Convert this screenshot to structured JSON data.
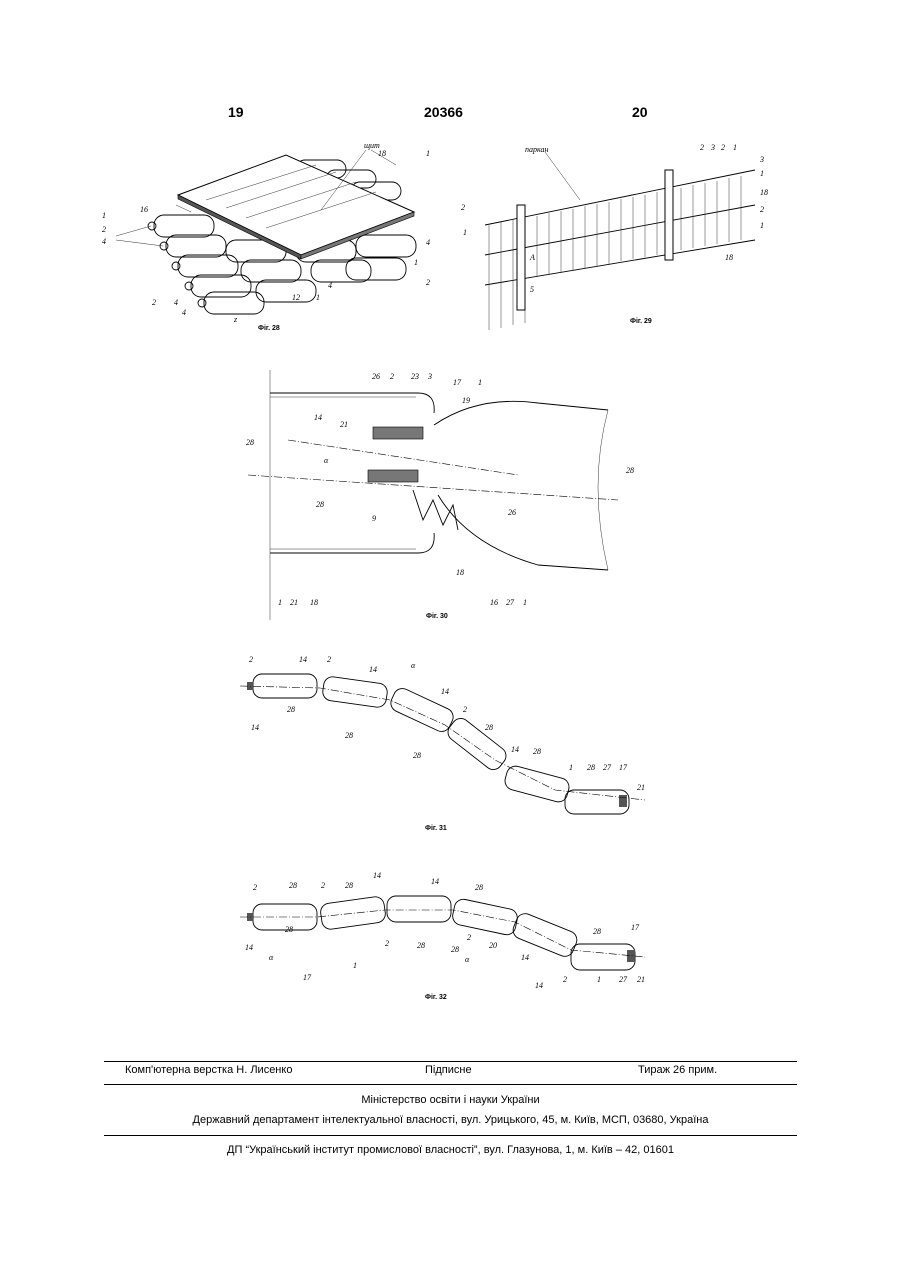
{
  "header": {
    "page_left": "19",
    "patent_number": "20366",
    "page_right": "20"
  },
  "figures": {
    "fig28": {
      "caption": "Фіг. 28",
      "labels": [
        "щит",
        "18",
        "1",
        "1",
        "16",
        "2",
        "4",
        "4",
        "1",
        "2",
        "4",
        "2",
        "4",
        "1",
        "2",
        "1",
        "z",
        "4"
      ]
    },
    "fig29": {
      "caption": "Фіг. 29",
      "labels": [
        "паркан",
        "2",
        "3",
        "2",
        "1",
        "3",
        "1",
        "18",
        "2",
        "1",
        "2",
        "1",
        "A",
        "5",
        "18"
      ]
    },
    "fig30": {
      "caption": "Фіг. 30",
      "labels": [
        "26",
        "2",
        "23",
        "3",
        "17",
        "1",
        "19",
        "14",
        "21",
        "28",
        "α",
        "28",
        "26",
        "28",
        "9",
        "1",
        "21",
        "18",
        "16",
        "27",
        "1",
        "18"
      ]
    },
    "fig31": {
      "caption": "Фіг. 31",
      "labels": [
        "2",
        "14",
        "2",
        "14",
        "α",
        "14",
        "28",
        "28",
        "28",
        "2",
        "28",
        "14",
        "28",
        "1",
        "28",
        "27",
        "17",
        "21",
        "14"
      ]
    },
    "fig32": {
      "caption": "Фіг. 32",
      "labels": [
        "2",
        "28",
        "2",
        "28",
        "14",
        "14",
        "14",
        "28",
        "28",
        "α",
        "17",
        "1",
        "2",
        "28",
        "2",
        "28",
        "20",
        "14",
        "α",
        "14",
        "2",
        "1",
        "27",
        "28",
        "17",
        "21"
      ]
    }
  },
  "footer": {
    "typesetting": "Комп'ютерна верстка Н. Лисенко",
    "signed": "Підписне",
    "circulation": "Тираж 26 прим.",
    "ministry": "Міністерство освіти і науки України",
    "department": "Державний департамент інтелектуальної власності, вул. Урицького, 45, м. Київ, МСП, 03680, Україна",
    "publisher": "ДП “Український інститут промислової власності”, вул. Глазунова, 1, м. Київ – 42, 01601"
  }
}
